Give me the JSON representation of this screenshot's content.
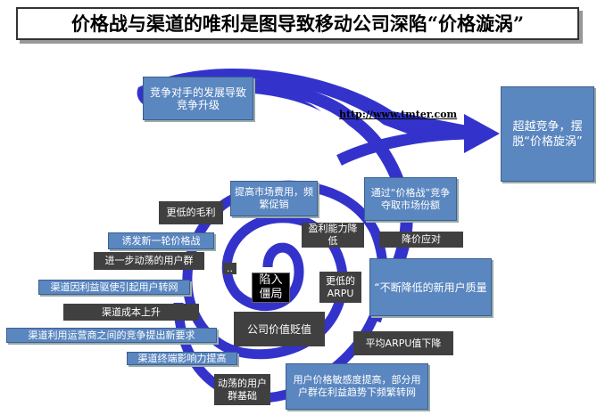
{
  "title": "价格战与渠道的唯利是图导致移动公司深陷“价格漩涡”",
  "url": "http://www.tmter.com",
  "colors": {
    "spiral": "#3333cc",
    "blue_box": "#5b87c0",
    "dark_box": "#404040"
  },
  "nodes": {
    "competitor": "竞争对手的发展导致竞争升级",
    "escape": "超越竞争，摆脱“价格旋涡”",
    "marketing": "提高市场费用，频繁促销",
    "lower_margin": "更低的毛利",
    "price_war": "通过“价格战”竞争夺取市场份额",
    "profit_down": "盈利能力降低",
    "price_cut": "降价应对",
    "new_war": "诱发新一轮价格战",
    "unstable_users": "进一步动荡的用户群",
    "dots": "..",
    "deadlock": "陷入僵局",
    "lower_arpu": "更低的ARPU",
    "user_quality": "“不断降低的新用户质量",
    "channel_churn": "渠道因利益驱使引起用户转网",
    "channel_cost": "渠道成本上升",
    "value_drop": "公司价值贬值",
    "channel_demand": "渠道利用运营商之间的竞争提出新要求",
    "avg_arpu": "平均ARPU值下降",
    "terminal": "渠道终端影响力提高",
    "unstable_base": "动荡的用户群基础",
    "sensitivity": "用户价格敏感度提高，部分用户群在利益趋势下频繁转网"
  }
}
